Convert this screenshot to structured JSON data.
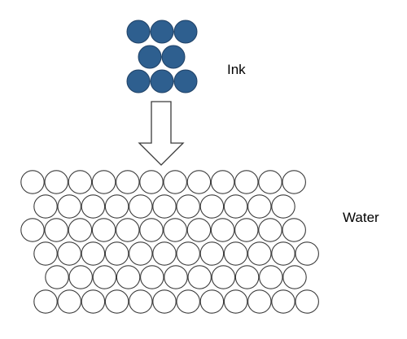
{
  "labels": {
    "ink": "Ink",
    "water": "Water"
  },
  "colors": {
    "ink_fill": "#2e5f8f",
    "ink_stroke": "#1f4166",
    "water_fill": "#ffffff",
    "water_stroke": "#3a3a3a",
    "arrow_stroke": "#3a3a3a"
  },
  "ink_cluster": {
    "row_counts": [
      3,
      2,
      3
    ]
  },
  "water_block": {
    "row_counts": [
      12,
      11,
      12,
      12,
      11,
      12
    ]
  },
  "arrow": {
    "direction": "down"
  }
}
